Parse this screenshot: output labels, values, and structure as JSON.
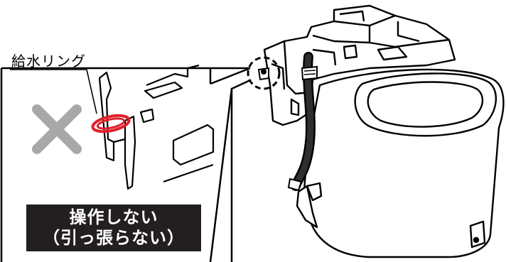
{
  "callout": {
    "label": "給水リング"
  },
  "warning": {
    "line1": "操作しない",
    "line2": "（引っ張らない）"
  },
  "colors": {
    "ring": "#e0202a",
    "cross": "#a8a8a8",
    "box": "#231f20",
    "line": "#000000"
  }
}
